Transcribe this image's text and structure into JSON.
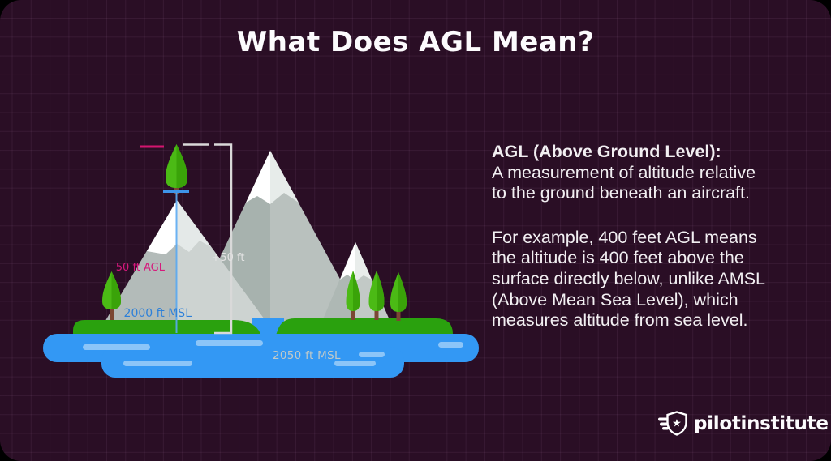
{
  "title": "What Does AGL Mean?",
  "diagram": {
    "agl_label": "50 ft AGL",
    "delta_label": "+50 ft",
    "msl_tree_label": "2000 ft MSL",
    "msl_mountain_label": "2050 ft MSL"
  },
  "definition": {
    "heading": "AGL (Above Ground Level):",
    "para1_lines": [
      "A measurement of altitude relative",
      "to the ground beneath an aircraft."
    ],
    "para2_lines": [
      "For example, 400 feet AGL means",
      "the altitude is 400 feet above the",
      "surface directly below, unlike AMSL",
      "(Above Mean Sea Level), which",
      "measures altitude from sea level."
    ]
  },
  "brand": {
    "name": "pilotinstitute"
  },
  "colors": {
    "background": "#2a0e25",
    "accent_pink": "#d6187c",
    "accent_blue": "#2d80d9",
    "measure_line_blue": "#5aaaf2",
    "bracket_white": "#d9d9d9",
    "water": "#3398f4",
    "water_streak": "#8cc5f8",
    "land_green": "#2aa10e",
    "tree_green_light": "#4bba15",
    "tree_green_dark": "#3aa309",
    "trunk_brown": "#7b4733",
    "snow_white": "#ffffff"
  }
}
